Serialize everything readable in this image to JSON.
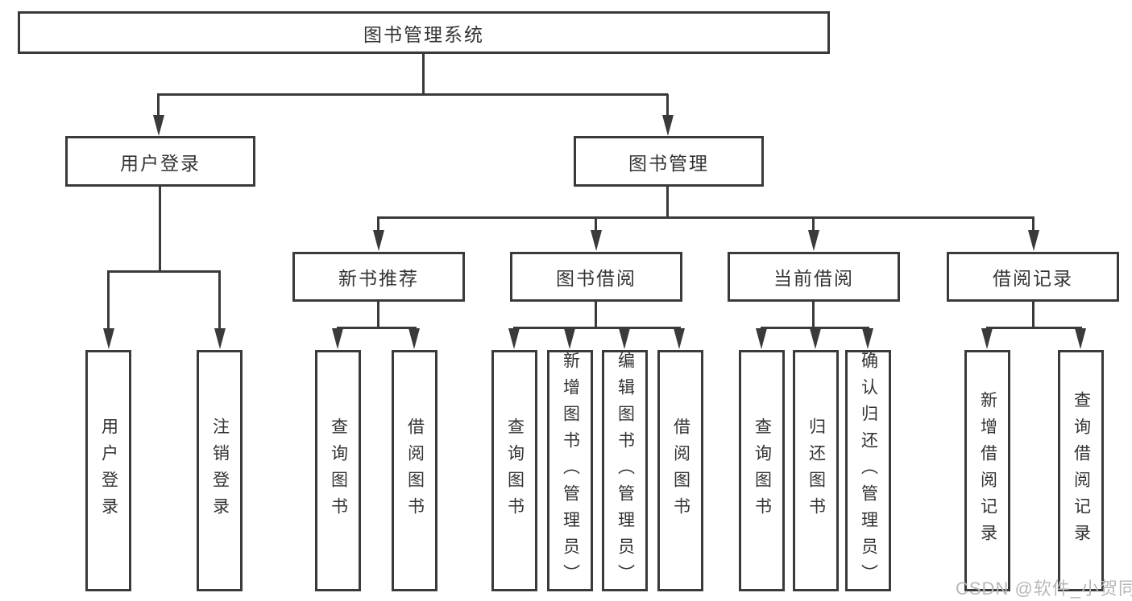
{
  "colors": {
    "line": "#3a3a3a",
    "text": "#333333",
    "watermark": "#b8b8b8",
    "background": "#ffffff"
  },
  "nodes": {
    "root": "图书管理系统",
    "user_login": "用户登录",
    "book_management": "图书管理",
    "new_book_recommend": "新书推荐",
    "book_borrow": "图书借阅",
    "current_borrow": "当前借阅",
    "borrow_record": "借阅记录",
    "leaf_user_login": "用户登录",
    "leaf_logout": "注销登录",
    "leaf_nbr_query_book": "查询图书",
    "leaf_nbr_borrow_book": "借阅图书",
    "leaf_bb_query_book": "查询图书",
    "leaf_bb_add_book": "新增图书（管理员）",
    "leaf_bb_edit_book": "编辑图书（管理员）",
    "leaf_bb_borrow_book": "借阅图书",
    "leaf_cb_query_book": "查询图书",
    "leaf_cb_return_book": "归还图书",
    "leaf_cb_confirm_return": "确认归还（管理员）",
    "leaf_br_add_record": "新增借阅记录",
    "leaf_br_query_record": "查询借阅记录"
  },
  "watermark": "CSDN @软件_小贺同学"
}
